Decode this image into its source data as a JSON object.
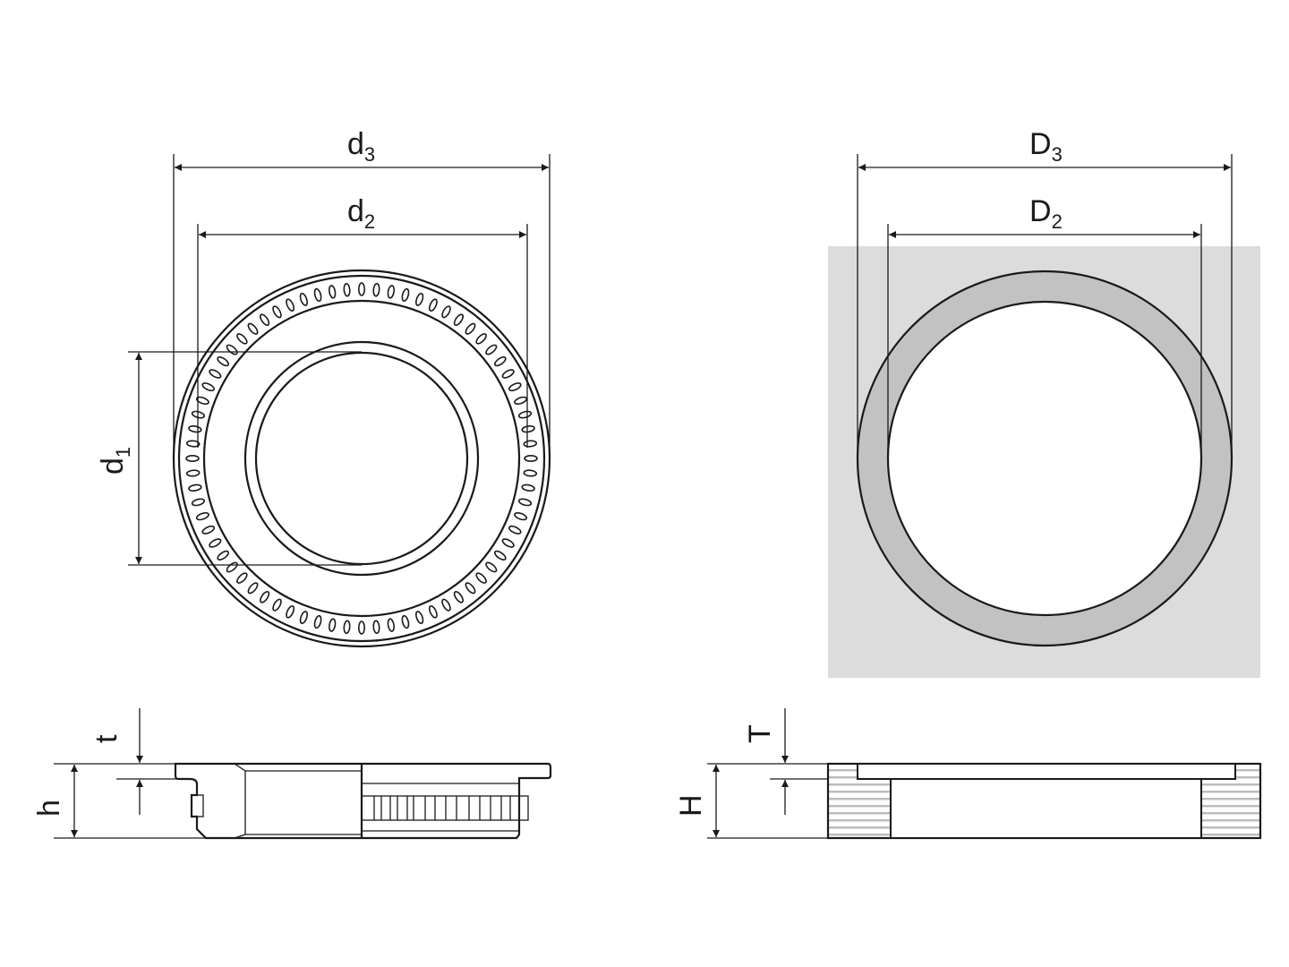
{
  "labels": {
    "d3": {
      "main": "d",
      "sub": "3"
    },
    "d2": {
      "main": "d",
      "sub": "2"
    },
    "d1": {
      "main": "d",
      "sub": "1"
    },
    "t": "t",
    "h": "h",
    "D3": {
      "main": "D",
      "sub": "3"
    },
    "D2": {
      "main": "D",
      "sub": "2"
    },
    "T": "T",
    "H": "H"
  },
  "colors": {
    "line": "#1a1a1a",
    "background_square": "#dcdcdc",
    "ring_fill": "#c2c2c2",
    "hatch": "#bdbdbd"
  },
  "tooth_count": 72
}
